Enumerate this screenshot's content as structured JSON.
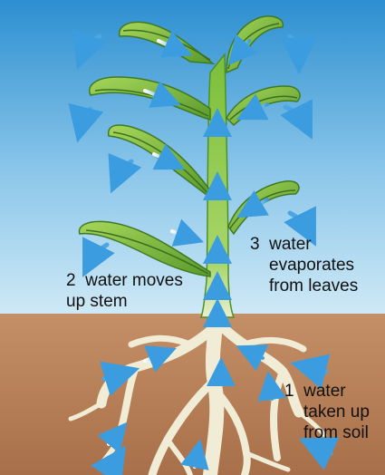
{
  "labels": {
    "soil_uptake": {
      "number": "1",
      "lines": [
        "water",
        "taken up",
        "from soil"
      ]
    },
    "stem": {
      "number": "2",
      "lines": [
        "water moves",
        "up stem"
      ]
    },
    "leaves": {
      "number": "3",
      "lines": [
        "water",
        "evaporates",
        "from leaves"
      ]
    }
  },
  "colors": {
    "sky_top": "#2c8fd0",
    "sky_bottom": "#c8e6f5",
    "soil": "#b7825c",
    "leaf_light": "#8cc63f",
    "leaf_dark": "#4f8f2a",
    "root": "#f1ecd6",
    "arrow": "#5fb3e6"
  }
}
